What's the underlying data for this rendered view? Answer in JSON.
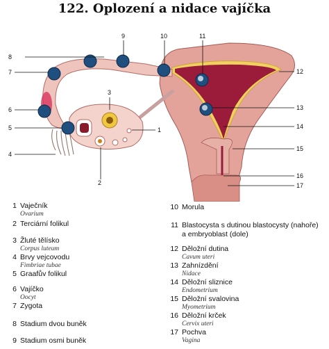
{
  "title": "122. Oplození a nidace vajíčka",
  "labels": [
    "1",
    "2",
    "3",
    "4",
    "5",
    "6",
    "7",
    "8",
    "9",
    "10",
    "11",
    "12",
    "13",
    "14",
    "15",
    "16",
    "17"
  ],
  "legend_left": [
    {
      "num": "1",
      "name": "Vaječník",
      "latin": "Ovarium"
    },
    {
      "num": "2",
      "name": "Terciární folikul",
      "latin": ""
    },
    {
      "num": "3",
      "name": "Žluté tělísko",
      "latin": "Corpus luteum"
    },
    {
      "num": "4",
      "name": "Brvy vejcovodu",
      "latin": "Fimbriae tubae"
    },
    {
      "num": "5",
      "name": "Graafův folikul",
      "latin": ""
    },
    {
      "num": "6",
      "name": "Vajíčko",
      "latin": "Oocyt"
    },
    {
      "num": "7",
      "name": "Zygota",
      "latin": ""
    },
    {
      "num": "8",
      "name": "Stadium dvou buněk",
      "latin": ""
    },
    {
      "num": "9",
      "name": "Stadium osmi buněk",
      "latin": ""
    }
  ],
  "legend_right": [
    {
      "num": "10",
      "name": "Morula",
      "latin": ""
    },
    {
      "num": "11",
      "name": "Blastocysta s dutinou blastocysty (nahoře) a embryoblast (dole)",
      "latin": ""
    },
    {
      "num": "12",
      "name": "Děložní dutina",
      "latin": "Cavum uteri"
    },
    {
      "num": "13",
      "name": "Zahnízdění",
      "latin": "Nidace"
    },
    {
      "num": "14",
      "name": "Děložní sliznice",
      "latin": "Endometrium"
    },
    {
      "num": "15",
      "name": "Děložní svalovina",
      "latin": "Myometrium"
    },
    {
      "num": "16",
      "name": "Děložní krček",
      "latin": "Cervix uteri"
    },
    {
      "num": "17",
      "name": "Pochva",
      "latin": "Vagina"
    }
  ]
}
